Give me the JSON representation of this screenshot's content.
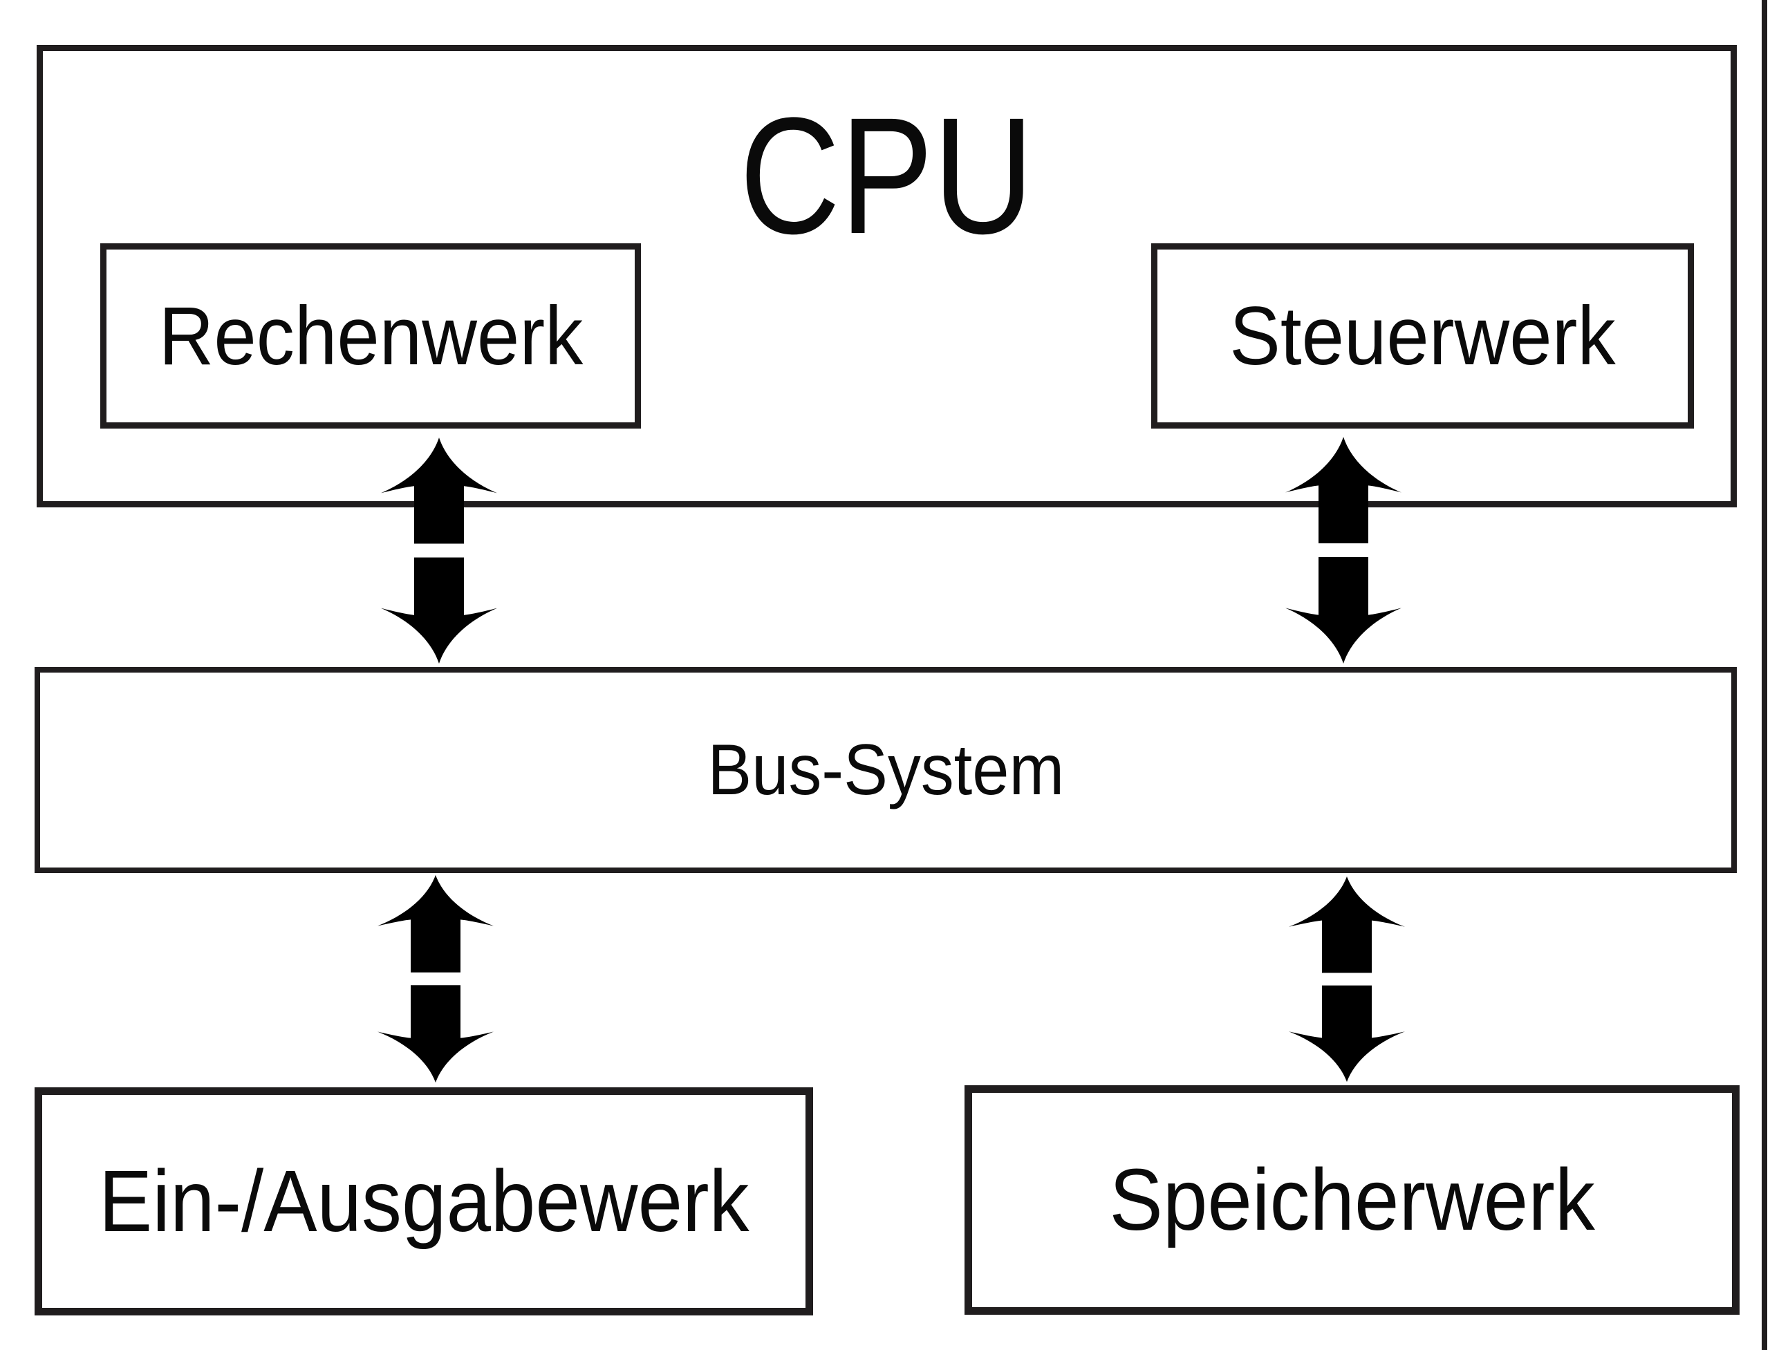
{
  "diagram_title": "CPU",
  "colors": {
    "ink": "#201d1e",
    "text": "#0a0a0a",
    "paper": "#ffffff"
  },
  "cpu": {
    "title": "CPU",
    "components": [
      {
        "label": "Rechenwerk"
      },
      {
        "label": "Steuerwerk"
      }
    ]
  },
  "bus": {
    "label": "Bus-System"
  },
  "peripherals": [
    {
      "label": "Ein-/Ausgabewerk"
    },
    {
      "label": "Speicherwerk"
    }
  ],
  "connections": [
    {
      "from": "Rechenwerk",
      "to": "Bus-System",
      "style": "double-headed-arrow"
    },
    {
      "from": "Steuerwerk",
      "to": "Bus-System",
      "style": "double-headed-arrow"
    },
    {
      "from": "Bus-System",
      "to": "Ein-/Ausgabewerk",
      "style": "double-headed-arrow"
    },
    {
      "from": "Bus-System",
      "to": "Speicherwerk",
      "style": "double-headed-arrow"
    }
  ]
}
